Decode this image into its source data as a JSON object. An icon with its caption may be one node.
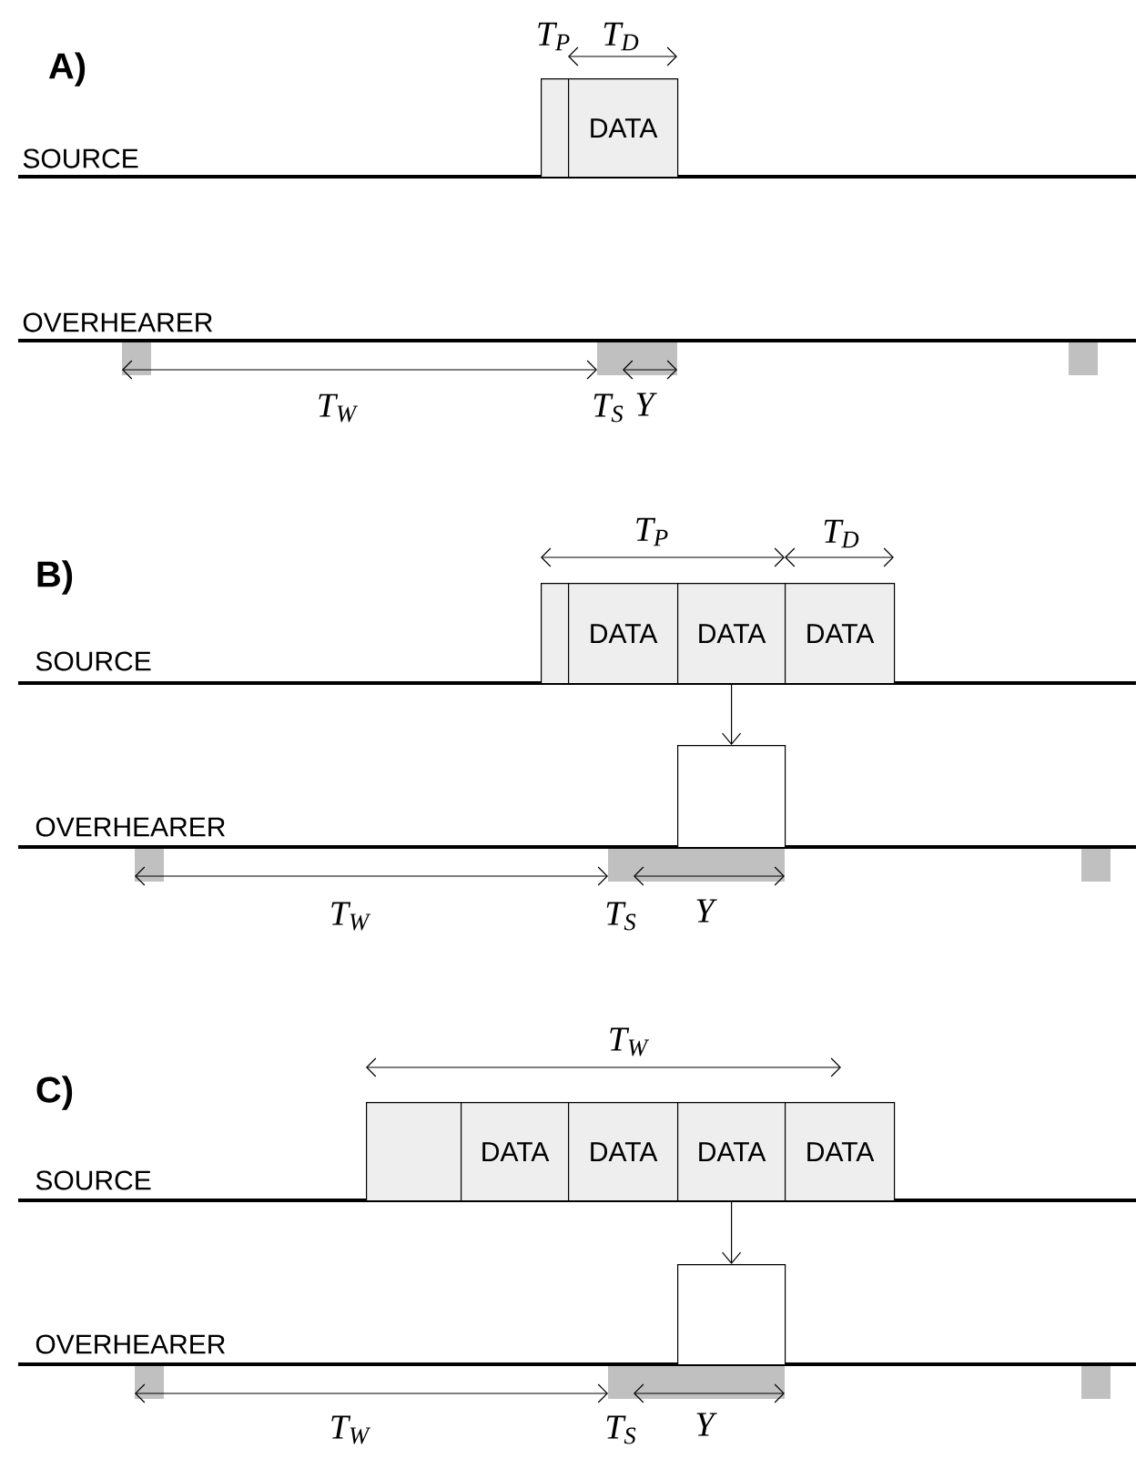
{
  "diagram": {
    "nodes": [
      {
        "text": [],
        "shape": "box"
      },
      {
        "text": [
          "DATA"
        ]
      },
      {
        "text": [],
        "shape": "box"
      },
      {
        "text": [
          "DATA"
        ]
      },
      {
        "text": [
          "DATA"
        ]
      },
      {
        "text": [
          "DATA"
        ]
      },
      {
        "text": [],
        "shape": "box"
      },
      {
        "text": [],
        "shape": "box"
      },
      {
        "text": [
          "DATA"
        ]
      },
      {
        "text": [
          "DATA"
        ]
      },
      {
        "text": [
          "DATA"
        ]
      },
      {
        "text": [
          "DATA"
        ]
      },
      {
        "text": [],
        "shape": "box"
      }
    ],
    "edges": [
      {
        "from": 4,
        "to": 6,
        "arrow": "to"
      },
      {
        "from": 10,
        "to": 12,
        "arrow": "to"
      }
    ],
    "labels": [
      "A)",
      "T$_{P}$",
      "T$_{D}$",
      "SOURCE",
      "OVERHEARER",
      "T$_{W}$",
      "T$_{S}$",
      "Y",
      "B)",
      "T$_{P}$",
      "T$_{D}$",
      "SOURCE",
      "OVERHEARER",
      "T$_{W}$",
      "T$_{S}$",
      "Y",
      "C)",
      "T$_{W}$",
      "SOURCE",
      "OVERHEARER",
      "T$_{W}$",
      "T$_{S}$",
      "Y"
    ]
  }
}
